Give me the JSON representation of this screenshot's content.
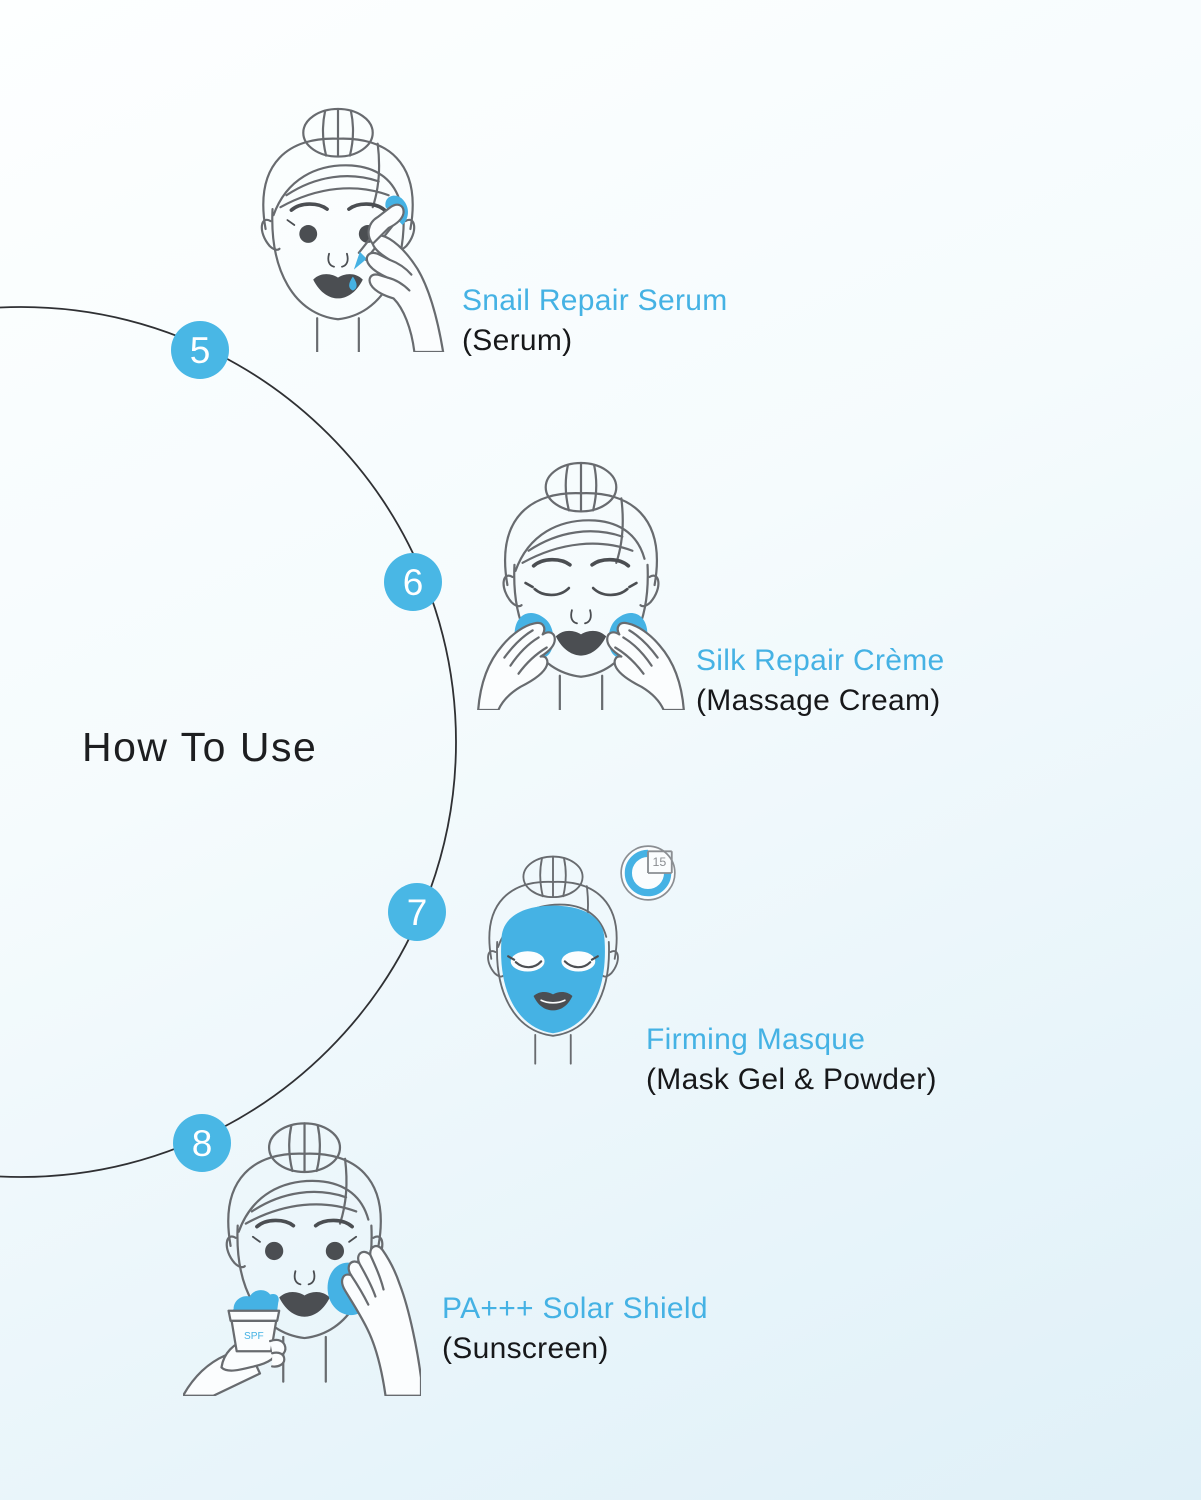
{
  "title": "How To Use",
  "colors": {
    "accent": "#45B2E4",
    "badge": "#49B7E5",
    "line": "#686b6f",
    "feature": "#4b4e52",
    "ink": "#17181a",
    "bg_top": "#FDFFFF",
    "bg_bottom": "#DFF0F8",
    "arc": "#2f3033"
  },
  "steps": [
    {
      "number": "5",
      "name": "Snail Repair Serum",
      "type": "(Serum)",
      "illustration": "woman applying serum to cheek with dropper"
    },
    {
      "number": "6",
      "name": "Silk Repair Crème",
      "type": "(Massage Cream)",
      "illustration": "woman massaging cream into cheeks with both hands"
    },
    {
      "number": "7",
      "name": "Firming Masque",
      "type": "(Mask Gel & Powder)",
      "timer_minutes": "15",
      "illustration": "woman wearing blue face mask with 15 minute timer"
    },
    {
      "number": "8",
      "name": "PA+++ Solar Shield",
      "type": "(Sunscreen)",
      "jar_label": "SPF",
      "illustration": "woman applying sunscreen from SPF jar to cheek"
    }
  ]
}
